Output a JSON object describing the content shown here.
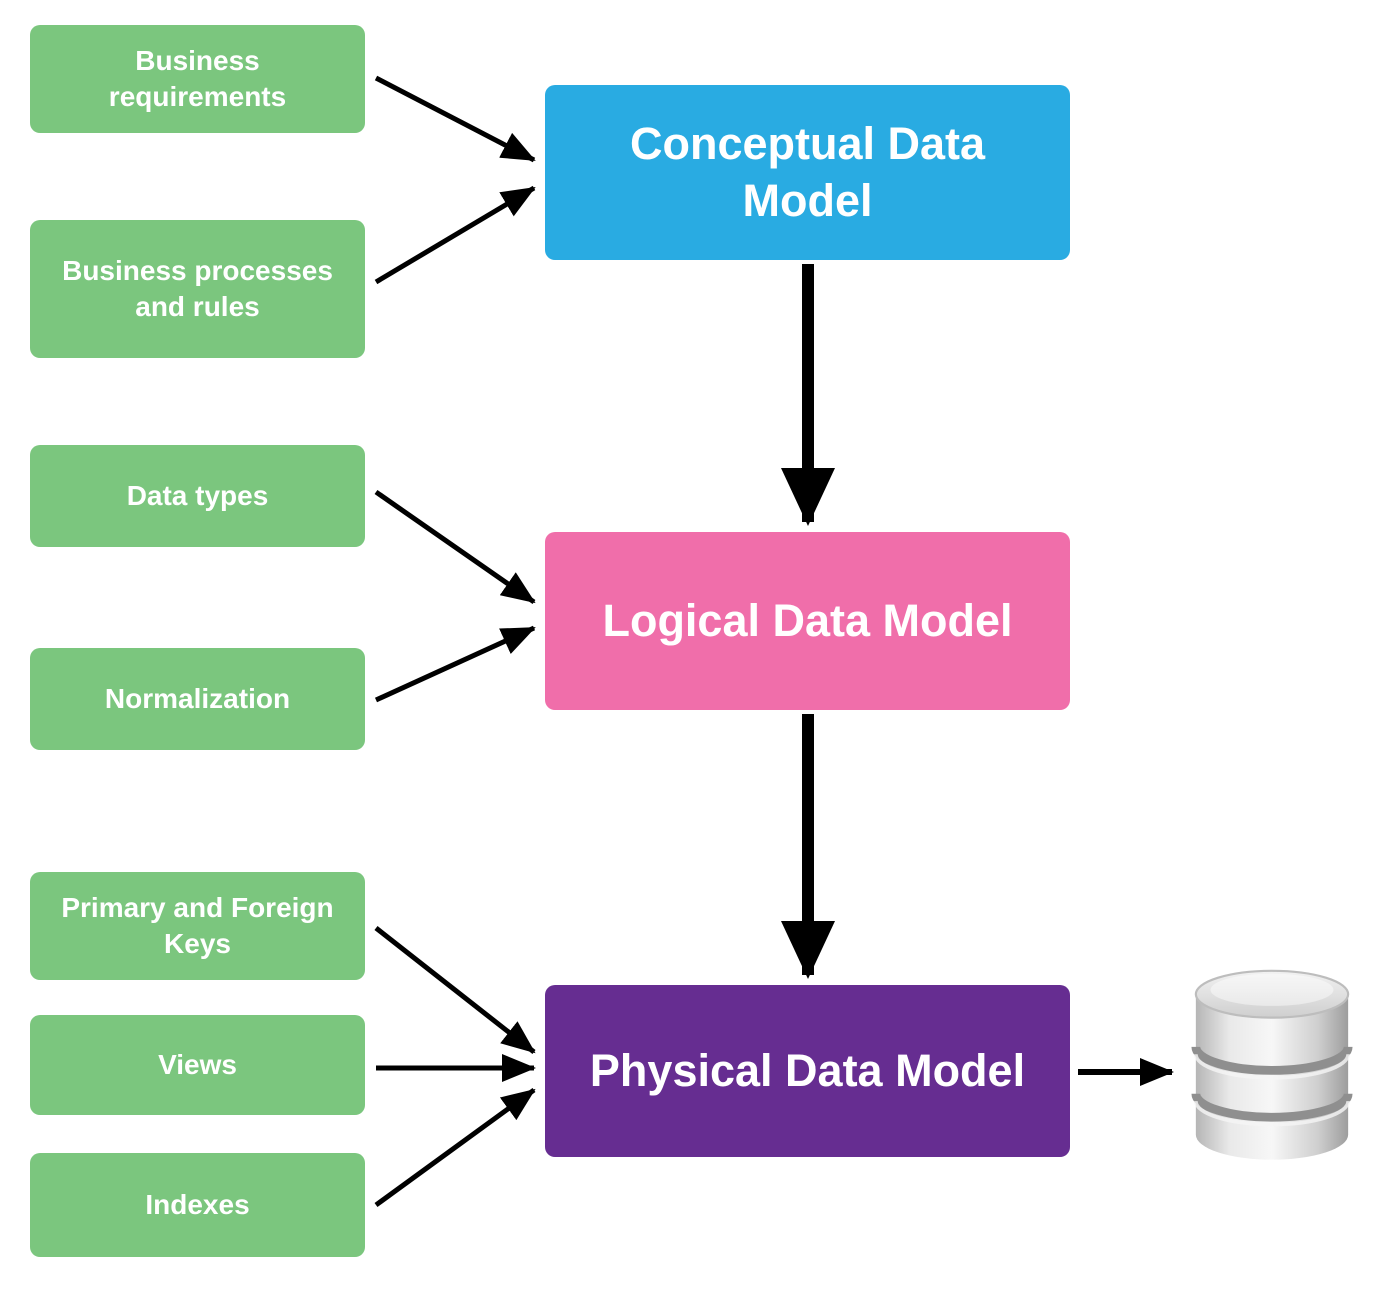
{
  "diagram": {
    "stages": {
      "conceptual": {
        "label": "Conceptual Data Model",
        "color": "#29ABE2"
      },
      "logical": {
        "label": "Logical Data Model",
        "color": "#F06EAA"
      },
      "physical": {
        "label": "Physical Data Model",
        "color": "#662D91"
      }
    },
    "inputs": {
      "business_requirements": {
        "label": "Business requirements"
      },
      "business_processes_rules": {
        "label": "Business processes and rules"
      },
      "data_types": {
        "label": "Data types"
      },
      "normalization": {
        "label": "Normalization"
      },
      "primary_foreign_keys": {
        "label": "Primary and Foreign Keys"
      },
      "views": {
        "label": "Views"
      },
      "indexes": {
        "label": "Indexes"
      }
    },
    "colors": {
      "input_green": "#7BC67E",
      "arrow_black": "#000000",
      "text_white": "#FFFFFF"
    },
    "icons": {
      "database": "database-icon"
    }
  }
}
